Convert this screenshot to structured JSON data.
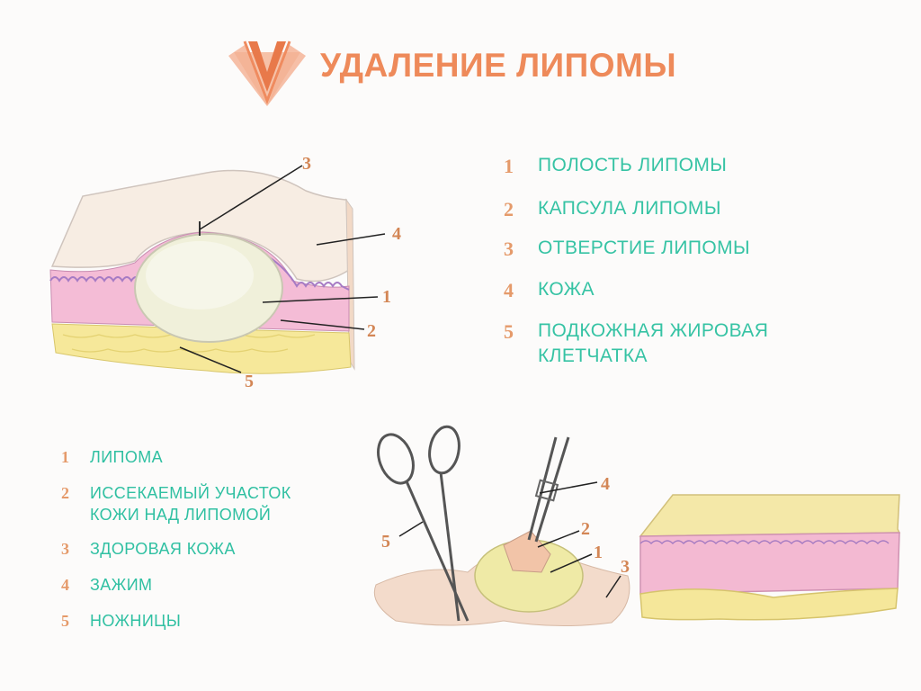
{
  "title": "УДАЛЕНИЕ ЛИПОМЫ",
  "colors": {
    "accent": "#ee8a5a",
    "text_teal": "#36c3a4",
    "number": "#e59a6a",
    "skin": "#f6ebdf",
    "dermis": "#f3b5d1",
    "fat": "#f6e89a",
    "lipoma": "#f2f1dc"
  },
  "legend_top": [
    {
      "num": "1",
      "lines": [
        "ПОЛОСТЬ ЛИПОМЫ"
      ]
    },
    {
      "num": "2",
      "lines": [
        "КАПСУЛА ЛИПОМЫ"
      ]
    },
    {
      "num": "3",
      "lines": [
        "ОТВЕРСТИЕ ЛИПОМЫ"
      ]
    },
    {
      "num": "4",
      "lines": [
        "КОЖА"
      ]
    },
    {
      "num": "5",
      "lines": [
        "ПОДКОЖНАЯ ЖИРОВАЯ",
        "КЛЕТЧАТКА"
      ]
    }
  ],
  "legend_bottom": [
    {
      "num": "1",
      "lines": [
        "ЛИПОМА"
      ]
    },
    {
      "num": "2",
      "lines": [
        "ИССЕКАЕМЫЙ УЧАСТОК",
        "КОЖИ НАД ЛИПОМОЙ"
      ]
    },
    {
      "num": "3",
      "lines": [
        "ЗДОРОВАЯ КОЖА"
      ]
    },
    {
      "num": "4",
      "lines": [
        "ЗАЖИМ"
      ]
    },
    {
      "num": "5",
      "lines": [
        "НОЖНИЦЫ"
      ]
    }
  ],
  "diagram_top_labels": [
    "3",
    "4",
    "1",
    "2",
    "5"
  ],
  "diagram_bottom_labels": [
    "4",
    "2",
    "1",
    "3",
    "5"
  ]
}
